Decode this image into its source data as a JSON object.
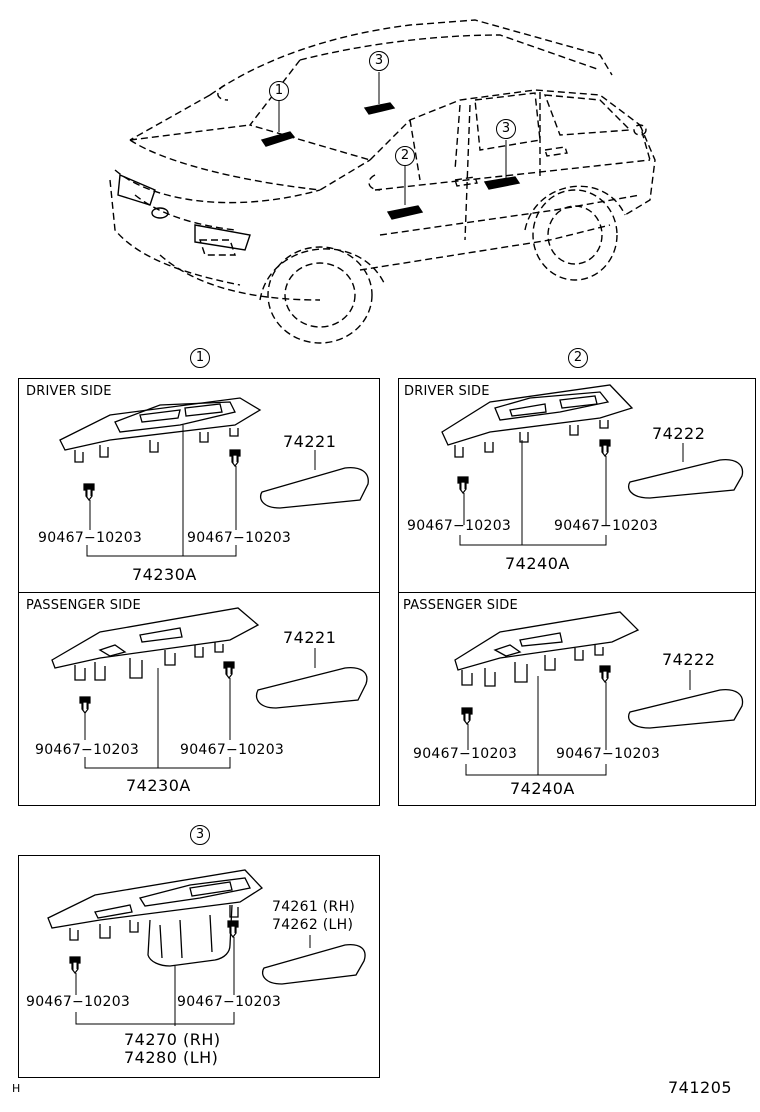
{
  "callouts": {
    "vehicle": [
      "1",
      "3",
      "2",
      "3"
    ],
    "section1": "1",
    "section2": "2",
    "section3": "3"
  },
  "section1": {
    "driver": {
      "header": "DRIVER SIDE",
      "screw_left": "90467−10203",
      "screw_right": "90467−10203",
      "panel": "74230A",
      "pad": "74221"
    },
    "passenger": {
      "header": "PASSENGER SIDE",
      "screw_left": "90467−10203",
      "screw_right": "90467−10203",
      "panel": "74230A",
      "pad": "74221"
    }
  },
  "section2": {
    "driver": {
      "header": "DRIVER SIDE",
      "screw_left": "90467−10203",
      "screw_right": "90467−10203",
      "panel": "74240A",
      "pad": "74222"
    },
    "passenger": {
      "header": "PASSENGER SIDE",
      "screw_left": "90467−10203",
      "screw_right": "90467−10203",
      "panel": "74240A",
      "pad": "74222"
    }
  },
  "section3": {
    "pad_rh": "74261 (RH)",
    "pad_lh": "74262 (LH)",
    "screw_left": "90467−10203",
    "screw_right": "90467−10203",
    "panel_rh": "74270 (RH)",
    "panel_lh": "74280 (LH)"
  },
  "footer": {
    "left_mark": "H",
    "figure_number": "741205"
  }
}
